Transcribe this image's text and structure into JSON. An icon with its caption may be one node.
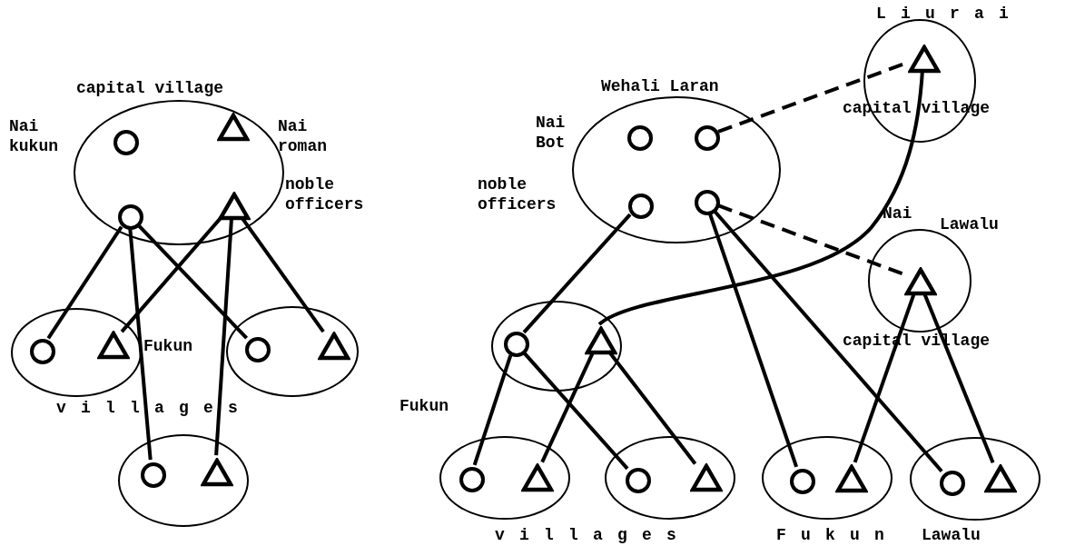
{
  "diagram": {
    "nodes": [
      {
        "text": [],
        "shape": "ellipse"
      },
      {
        "text": [],
        "shape": "circle",
        "in": 0
      },
      {
        "text": [],
        "shape": "triangle",
        "in": 0
      },
      {
        "text": [],
        "shape": "circle",
        "in": 0
      },
      {
        "text": [],
        "shape": "triangle",
        "in": 0
      },
      {
        "text": [],
        "shape": "ellipse"
      },
      {
        "text": [],
        "shape": "circle",
        "in": 5
      },
      {
        "text": [],
        "shape": "triangle",
        "in": 5
      },
      {
        "text": [],
        "shape": "ellipse"
      },
      {
        "text": [],
        "shape": "circle",
        "in": 8
      },
      {
        "text": [],
        "shape": "triangle",
        "in": 8
      },
      {
        "text": [],
        "shape": "ellipse"
      },
      {
        "text": [],
        "shape": "circle",
        "in": 11
      },
      {
        "text": [],
        "shape": "triangle",
        "in": 11
      },
      {
        "text": [],
        "shape": "ellipse"
      },
      {
        "text": [],
        "shape": "circle",
        "in": 14
      },
      {
        "text": [],
        "shape": "circle",
        "in": 14
      },
      {
        "text": [],
        "shape": "circle",
        "in": 14
      },
      {
        "text": [],
        "shape": "circle",
        "in": 14
      },
      {
        "text": [],
        "shape": "circle"
      },
      {
        "text": [],
        "shape": "triangle",
        "in": 19
      },
      {
        "text": [],
        "shape": "circle"
      },
      {
        "text": [],
        "shape": "triangle",
        "in": 21
      },
      {
        "text": [],
        "shape": "ellipse"
      },
      {
        "text": [],
        "shape": "circle",
        "in": 23
      },
      {
        "text": [],
        "shape": "triangle",
        "in": 23
      },
      {
        "text": [],
        "shape": "ellipse"
      },
      {
        "text": [],
        "shape": "circle",
        "in": 26
      },
      {
        "text": [],
        "shape": "triangle",
        "in": 26
      },
      {
        "text": [],
        "shape": "ellipse"
      },
      {
        "text": [],
        "shape": "circle",
        "in": 29
      },
      {
        "text": [],
        "shape": "triangle",
        "in": 29
      },
      {
        "text": [],
        "shape": "ellipse"
      },
      {
        "text": [],
        "shape": "circle",
        "in": 32
      },
      {
        "text": [],
        "shape": "triangle",
        "in": 32
      },
      {
        "text": [],
        "shape": "ellipse"
      },
      {
        "text": [],
        "shape": "circle",
        "in": 35
      },
      {
        "text": [],
        "shape": "triangle",
        "in": 35
      }
    ],
    "edges": [
      {
        "from": 3,
        "to": 6,
        "arrow": "none"
      },
      {
        "from": 3,
        "to": 9,
        "arrow": "none"
      },
      {
        "from": 3,
        "to": 12,
        "arrow": "none"
      },
      {
        "from": 4,
        "to": 7,
        "arrow": "none"
      },
      {
        "from": 4,
        "to": 10,
        "arrow": "none"
      },
      {
        "from": 4,
        "to": 13,
        "arrow": "none"
      },
      {
        "from": 16,
        "to": 20,
        "arrow": "none",
        "style": "dashed"
      },
      {
        "from": 18,
        "to": 22,
        "arrow": "none",
        "style": "dashed"
      },
      {
        "from": 17,
        "to": 24,
        "arrow": "none"
      },
      {
        "from": 18,
        "to": 33,
        "arrow": "none"
      },
      {
        "from": 18,
        "to": 36,
        "arrow": "none"
      },
      {
        "from": 25,
        "to": 20,
        "arrow": "none"
      },
      {
        "from": 24,
        "to": 27,
        "arrow": "none"
      },
      {
        "from": 24,
        "to": 30,
        "arrow": "none"
      },
      {
        "from": 25,
        "to": 28,
        "arrow": "none"
      },
      {
        "from": 25,
        "to": 31,
        "arrow": "none"
      },
      {
        "from": 22,
        "to": 34,
        "arrow": "none"
      },
      {
        "from": 22,
        "to": 37,
        "arrow": "none"
      }
    ],
    "labels": [
      "Liurai",
      "capital village",
      "Wehali Laran",
      "capital village",
      "Nai kukun",
      "Nai roman",
      "Nai Bot",
      "noble officers",
      "noble officers",
      "Nai",
      "Lawalu",
      "Fukun",
      "capital village",
      "villages",
      "Fukun",
      "villages",
      "Fukun",
      "Lawalu"
    ]
  }
}
